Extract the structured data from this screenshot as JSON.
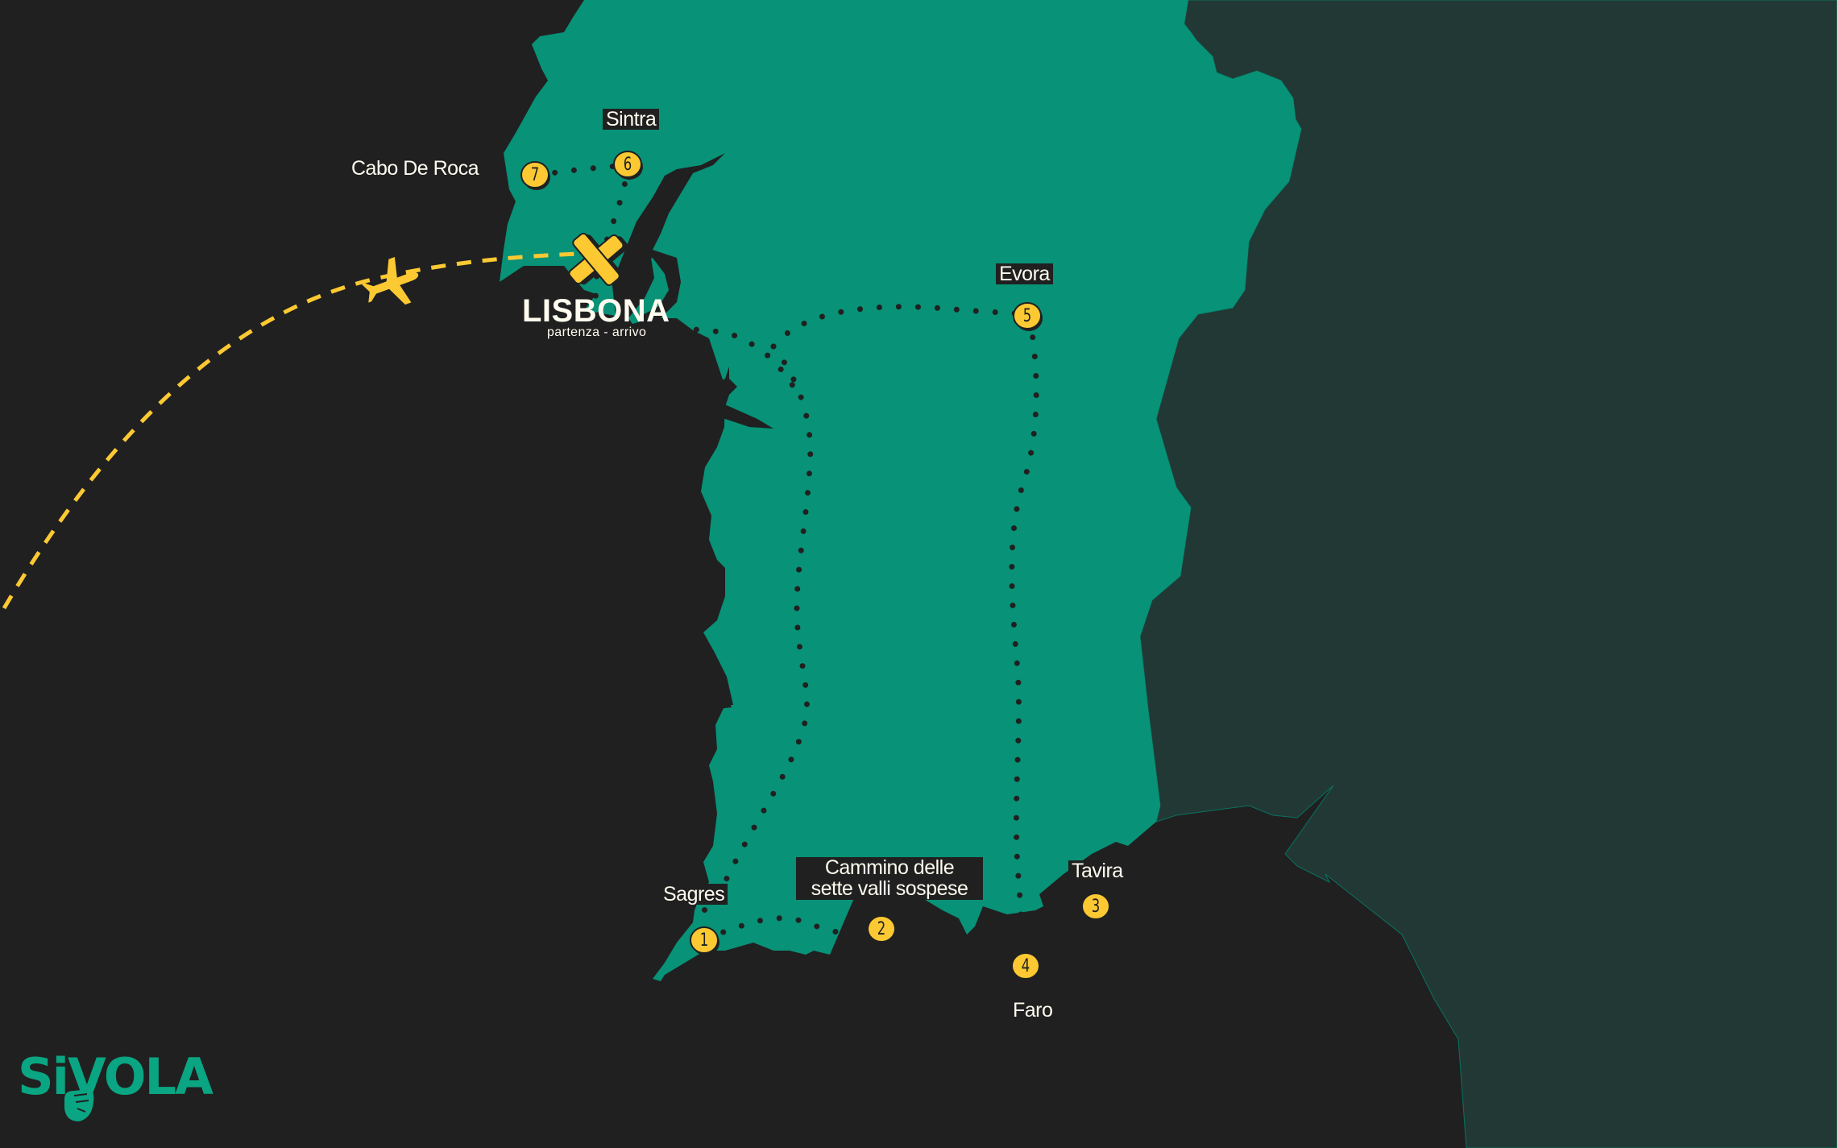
{
  "map": {
    "colors": {
      "sea": "#202020",
      "portugal": "#089277",
      "spain": "#223835",
      "route_dots": "#202020",
      "flight_path": "#fcc933",
      "stop_marker": "#fcc933",
      "label_text": "#fffbef",
      "logo": "#0aa582"
    },
    "start": {
      "title": "LISBONA",
      "subtitle": "partenza - arrivo"
    },
    "places": [
      {
        "id": "cabo-de-roca",
        "label": "Cabo De Roca",
        "stop": "7"
      },
      {
        "id": "sintra",
        "label": "Sintra",
        "stop": "6"
      },
      {
        "id": "evora",
        "label": "Evora",
        "stop": "5"
      },
      {
        "id": "sagres",
        "label": "Sagres",
        "stop": "1"
      },
      {
        "id": "cammino",
        "label_line1": "Cammino delle",
        "label_line2": "sette valli sospese",
        "stop": "2"
      },
      {
        "id": "tavira",
        "label": "Tavira",
        "stop": "3"
      },
      {
        "id": "faro",
        "label": "Faro",
        "stop": "4"
      }
    ],
    "icons": {
      "airplane": "airplane-icon",
      "start_marker": "x-marker-icon"
    }
  },
  "brand": {
    "logo_text": "SiVOLA"
  }
}
